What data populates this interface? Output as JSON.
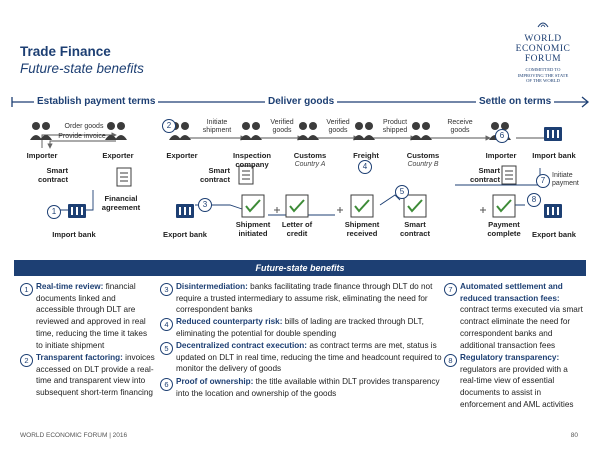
{
  "header": {
    "title": "Trade Finance",
    "subtitle": "Future-state benefits",
    "logo_name": [
      "WORLD",
      "ECONOMIC",
      "FORUM"
    ],
    "logo_tagline": [
      "COMMITTED TO",
      "IMPROVING THE STATE",
      "OF THE WORLD"
    ]
  },
  "phases": {
    "establish": "Establish payment terms",
    "deliver": "Deliver goods",
    "settle": "Settle on terms"
  },
  "flow_labels": {
    "order_goods": "Order goods",
    "provide_invoice": "Provide invoice",
    "initiate_shipment": [
      "Initiate",
      "shipment"
    ],
    "verified_goods_1": [
      "Verified",
      "goods"
    ],
    "verified_goods_2": [
      "Verified",
      "goods"
    ],
    "product_shipped": [
      "Product",
      "shipped"
    ],
    "receive_goods": [
      "Receive",
      "goods"
    ],
    "initiate_payment": [
      "Initiate",
      "payment"
    ]
  },
  "actors": {
    "importer_1": "Importer",
    "exporter_1": "Exporter",
    "exporter_2": "Exporter",
    "inspection_company": [
      "Inspection",
      "company"
    ],
    "customs_a": "Customs",
    "country_a": "Country A",
    "freight": "Freight",
    "customs_b": "Customs",
    "country_b": "Country B",
    "importer_2": "Importer",
    "import_bank_top": "Import bank",
    "smart_contract_1": [
      "Smart",
      "contract"
    ],
    "smart_contract_2": [
      "Smart",
      "contract"
    ],
    "smart_contract_3": [
      "Smart",
      "contract"
    ],
    "financial_agreement": [
      "Financial",
      "agreement"
    ],
    "import_bank_bottom": "Import bank",
    "export_bank_1": "Export bank",
    "shipment_initiated": [
      "Shipment",
      "initiated"
    ],
    "letter_of_credit": [
      "Letter of",
      "credit"
    ],
    "shipment_received": [
      "Shipment",
      "received"
    ],
    "smart_contract_4": [
      "Smart",
      "contract"
    ],
    "payment_complete": [
      "Payment",
      "complete"
    ],
    "export_bank_2": "Export bank"
  },
  "markers": [
    "1",
    "2",
    "3",
    "4",
    "5",
    "6",
    "7",
    "8"
  ],
  "panel": {
    "heading": "Future-state benefits",
    "items": [
      {
        "num": "1",
        "title": "Real-time review:",
        "text": " financial documents linked and accessible through DLT are reviewed and approved in real time, reducing the time it takes to initiate shipment"
      },
      {
        "num": "2",
        "title": "Transparent factoring:",
        "text": " invoices accessed on DLT provide a real-time and transparent view into subsequent short-term financing"
      },
      {
        "num": "3",
        "title": "Disintermediation:",
        "text": " banks facilitating trade finance through DLT do not require a trusted intermediary to assume risk, eliminating the need for correspondent banks"
      },
      {
        "num": "4",
        "title": "Reduced counterparty risk:",
        "text": " bills of lading are tracked through DLT, eliminating the potential for double spending"
      },
      {
        "num": "5",
        "title": "Decentralized contract execution:",
        "text": " as contract terms are met, status is updated on DLT in real time, reducing the time and headcount required to monitor the delivery of goods"
      },
      {
        "num": "6",
        "title": "Proof of ownership:",
        "text": " the title available within DLT provides transparency into the location and ownership of the goods"
      },
      {
        "num": "7",
        "title": "Automated settlement and reduced transaction fees:",
        "text": " contract terms executed via smart contract eliminate the need for correspondent banks and additional transaction fees"
      },
      {
        "num": "8",
        "title": "Regulatory transparency:",
        "text": " regulators are provided with a real-time view of essential documents to assist in enforcement and AML activities"
      }
    ]
  },
  "footer": {
    "source": "WORLD ECONOMIC FORUM | 2016",
    "page": "80"
  },
  "colors": {
    "navy": "#1d3f73",
    "icon_gray": "#3c3c3c",
    "green_check": "#3d8b37"
  }
}
